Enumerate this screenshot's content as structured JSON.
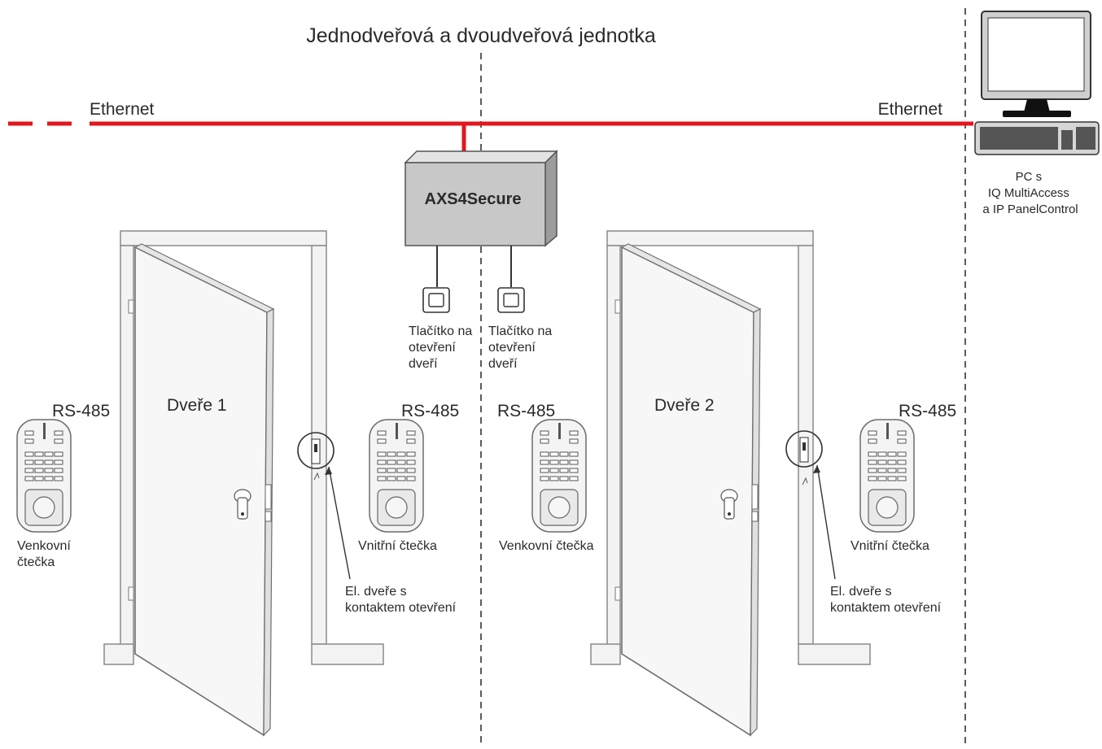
{
  "title": "Jednodveřová a dvoudveřová jednotka",
  "network": {
    "left_label": "Ethernet",
    "right_label": "Ethernet",
    "line_color": "#e3161d"
  },
  "controller": {
    "label": "AXS4Secure"
  },
  "pc": {
    "lines": [
      "PC s",
      "IQ MultiAccess",
      "a IP PanelControl"
    ]
  },
  "buttons": [
    {
      "lines": [
        "Tlačítko na",
        "otevření",
        "dveří"
      ]
    },
    {
      "lines": [
        "Tlačítko na",
        "otevření",
        "dveří"
      ]
    }
  ],
  "doors": [
    {
      "label": "Dveře 1",
      "outer_reader": {
        "bus": "RS-485",
        "lines": [
          "Venkovní",
          "čtečka"
        ]
      },
      "inner_reader": {
        "bus": "RS-485",
        "lines": [
          "Vnitřní čtečka"
        ]
      },
      "lock": {
        "lines": [
          "El. dveře s",
          "kontaktem otevření"
        ]
      }
    },
    {
      "label": "Dveře 2",
      "outer_reader": {
        "bus": "RS-485",
        "lines": [
          "Venkovní čtečka"
        ]
      },
      "inner_reader": {
        "bus": "RS-485",
        "lines": [
          "Vnitřní čtečka"
        ]
      },
      "lock": {
        "lines": [
          "El. dveře s",
          "kontaktem otevření"
        ]
      }
    }
  ]
}
